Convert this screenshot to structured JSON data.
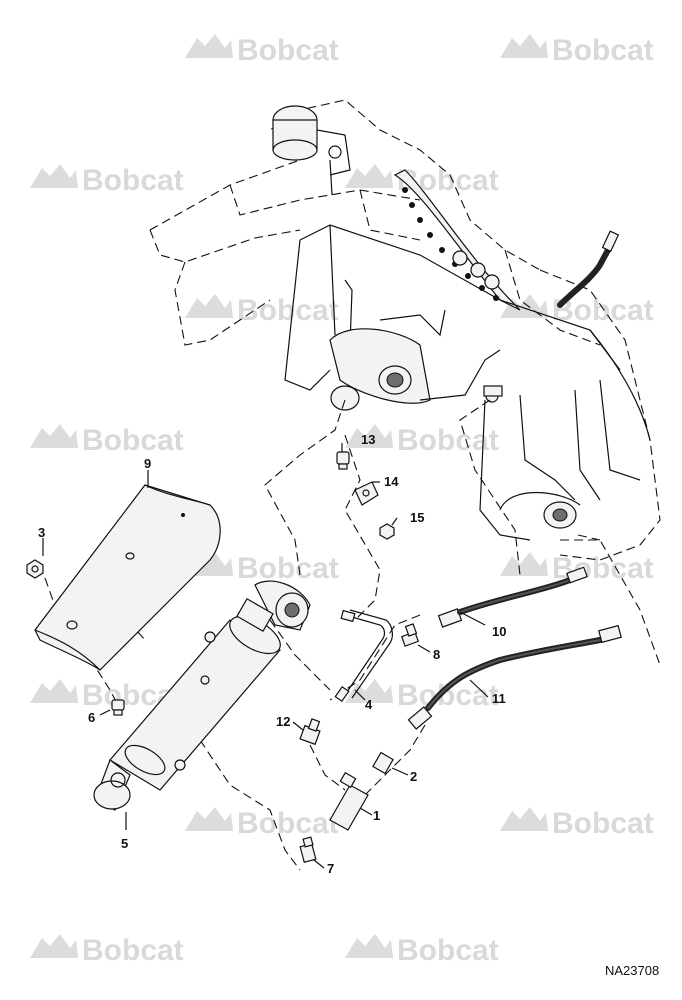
{
  "watermark": {
    "text": "Bobcat",
    "icon": "bobcat-logo-icon",
    "color": "#d9d9d9"
  },
  "drawing_id": "NA23708",
  "callouts": [
    {
      "id": "13",
      "label": "13"
    },
    {
      "id": "14",
      "label": "14"
    },
    {
      "id": "15",
      "label": "15"
    },
    {
      "id": "9",
      "label": "9"
    },
    {
      "id": "3",
      "label": "3"
    },
    {
      "id": "6",
      "label": "6"
    },
    {
      "id": "5",
      "label": "5"
    },
    {
      "id": "10",
      "label": "10"
    },
    {
      "id": "8",
      "label": "8"
    },
    {
      "id": "11",
      "label": "11"
    },
    {
      "id": "4",
      "label": "4"
    },
    {
      "id": "12",
      "label": "12"
    },
    {
      "id": "2",
      "label": "2"
    },
    {
      "id": "1",
      "label": "1"
    },
    {
      "id": "7",
      "label": "7"
    }
  ]
}
